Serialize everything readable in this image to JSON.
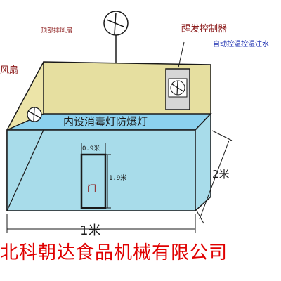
{
  "labels": {
    "top_fan": "顶部排风扇",
    "side_fan": "风扇",
    "controller": "醒发控制器",
    "auto_control": "自动控温控湿注水",
    "lamp": "内设消毒灯防爆灯",
    "door": "门",
    "door_width": "0.9米",
    "door_height": "1.9米",
    "depth": "2米",
    "width": "1米"
  },
  "company": "北科朝达食品机械有限公司",
  "colors": {
    "floor": "#a8dcea",
    "left_wall": "#ece4a8",
    "back_wall": "#e6dfa0",
    "band": "#8cd2ef",
    "outline": "#1a1a1a",
    "company_text": "#e00000",
    "controller_text": "#8b1a1a",
    "blue_text": "#1a2db0"
  }
}
